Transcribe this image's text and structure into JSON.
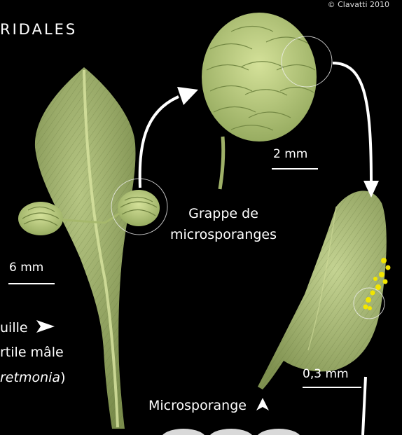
{
  "credit": "© Clavatti 2010",
  "title": "RIDALES",
  "scales": {
    "leaf": "6 mm",
    "cluster": "2 mm",
    "sporangium": "0,3 mm"
  },
  "labels": {
    "cluster_line1": "Grappe de",
    "cluster_line2": "microsporanges",
    "microsporange": "Microsporange",
    "leaf_line1": "uille",
    "leaf_line2": "rtile mâle",
    "leaf_line3_italic": "retmonia",
    "leaf_line3_paren": ")"
  },
  "colors": {
    "background": "#000000",
    "text": "#ffffff",
    "leaf_green": "#9cae6a",
    "leaf_light": "#c9d89a",
    "cluster_green": "#bccf7e",
    "pollen_yellow": "#f2e600",
    "arrow": "#ffffff"
  },
  "icons": [
    "arrow-head-right-icon",
    "arrow-head-up-icon",
    "curved-arrow-icon"
  ]
}
